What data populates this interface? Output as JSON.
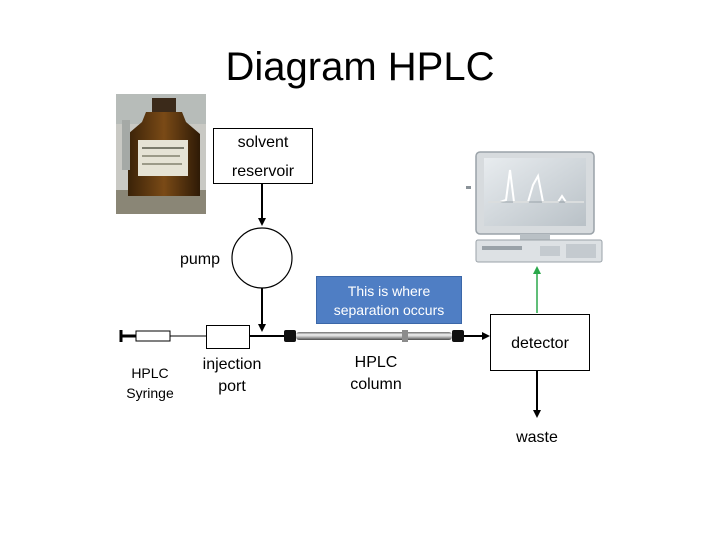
{
  "title": "Diagram HPLC",
  "nodes": {
    "solvent_reservoir": [
      "solvent",
      "reservoir"
    ],
    "pump": "pump",
    "syringe": [
      "HPLC",
      "Syringe"
    ],
    "injection_port": [
      "injection",
      "port"
    ],
    "column": [
      "HPLC",
      "column"
    ],
    "detector": "detector",
    "waste": "waste",
    "callout": [
      "This is where",
      "separation occurs"
    ]
  },
  "icons": [
    "solvent-bottle-photo",
    "computer-monitor-icon",
    "hplc-syringe-icon",
    "hplc-column-tube-icon"
  ],
  "colors": {
    "callout_fill": "#4f7ec4",
    "signal_arrow": "#2aa84a"
  }
}
